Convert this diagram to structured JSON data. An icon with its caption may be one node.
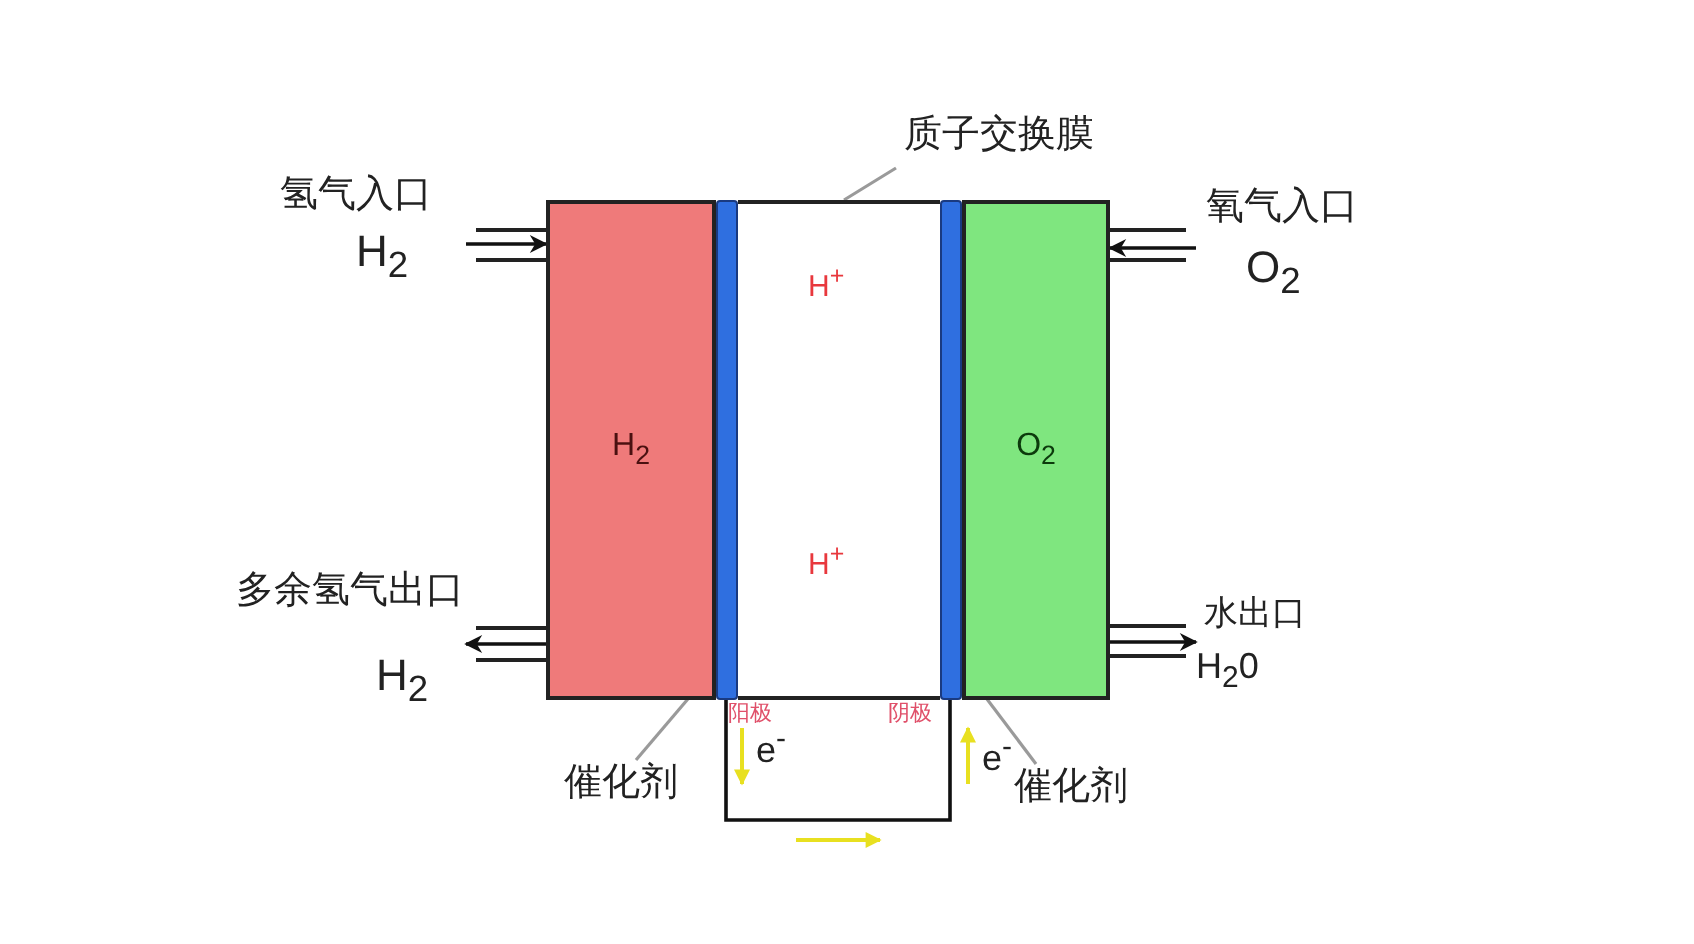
{
  "diagram": {
    "nodes": [
      {
        "text": [
          "氢气入口",
          "H$_{2}$"
        ]
      },
      {
        "text": [
          "质子交换膜"
        ]
      },
      {
        "text": [
          "氧气入口",
          "O$_{2}$"
        ]
      },
      {
        "text": [
          "H$_{2}$"
        ]
      },
      {
        "text": [],
        "shape": "bar"
      },
      {
        "text": [],
        "shape": "box"
      },
      {
        "text": [],
        "shape": "bar"
      },
      {
        "text": [
          "O$_{2}$"
        ]
      },
      {
        "text": [
          "多余氢气出口",
          "H$_{2}$"
        ]
      },
      {
        "text": [
          "水出口",
          "H$_{2}$0"
        ]
      },
      {
        "text": [
          "催化剂"
        ]
      },
      {
        "text": [
          "催化剂"
        ]
      },
      {
        "text": [],
        "shape": "box"
      },
      {
        "text": [],
        "shape": "box"
      },
      {
        "text": [],
        "shape": "box"
      },
      {
        "text": [],
        "shape": "box"
      }
    ],
    "edges": [
      {
        "from": 0,
        "to": 12,
        "arrow": "to"
      },
      {
        "from": 2,
        "to": 13,
        "arrow": "to"
      },
      {
        "from": 14,
        "to": 8,
        "arrow": "to"
      },
      {
        "from": 15,
        "to": 9,
        "arrow": "to"
      },
      {
        "from": 1,
        "to": 5,
        "arrow": "none",
        "color": "#9a9a9a"
      },
      {
        "from": 10,
        "to": 4,
        "arrow": "none",
        "color": "#9a9a9a"
      },
      {
        "from": 11,
        "to": 6,
        "arrow": "none",
        "color": "#9a9a9a"
      },
      {
        "from": 4,
        "to": 6,
        "arrow": "none"
      }
    ],
    "labels": [
      "H$^{+}$",
      "H$^{+}$",
      "阳极",
      "阴极",
      "e$^{-}$",
      "e$^{-}$"
    ]
  }
}
